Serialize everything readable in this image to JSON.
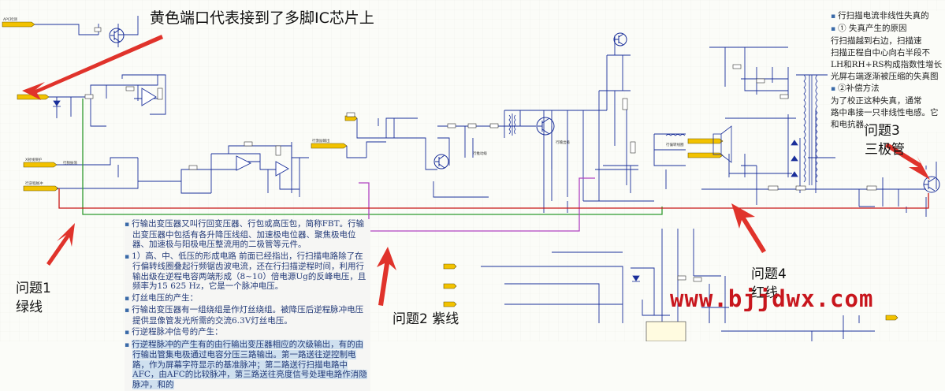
{
  "annotations": {
    "title_note": "黄色端口代表接到了多脚IC芯片上",
    "problem1_line1": "问题1",
    "problem1_line2": "绿线",
    "problem2": "问题2 紫线",
    "problem3_line1": "问题3",
    "problem3_line2": "三极管",
    "problem4_line1": "问题4",
    "problem4_line2": "红线"
  },
  "watermark": "www.bjjdwx.com",
  "notes": {
    "p1": "行输出变压器又叫行回变压器、行包或高压包，简称FBT。行输出变压器中包括有各升降压线组、加速极电位器、聚焦极电位器、加速极与阳极电压整流用的二极管等元件。",
    "p2": "1）高、中、低压的形成电路 前面已经指出，行扫描电路除了在行偏转线圈叠起行频锯齿波电流，还在行扫描逆程时间，利用行输出级在逆程电容两端形成（8~10）倍电源Ug的反峰电压，且频率为15 625 Hz，它是一个脉冲电压。",
    "p3": "灯丝电压的产生：",
    "p4": "行输出变压器有一组绕组是作灯丝绕组。被降压后逆程脉冲电压提供显像管发光所需的交流6.3V灯丝电压。",
    "p5": "行逆程脉冲信号的产生：",
    "p6": "行逆程脉冲的产生有的由行输出变压器相应的次级输出，有的由行输出管集电极通过电容分压三路输出。第一路送往逆控制电路，作为屏幕字符显示的基准脉冲；第二路送行扫描电路中AFC，由AFC的比较脉冲，第三路送往亮度信号处理电路作消隐脉冲，和的"
  },
  "right_notes": {
    "h1": "行扫描电流非线性失真的",
    "h2": "① 失真产生的原因",
    "l1": "行扫描越到右边，扫描速",
    "l2": "扫描正程自中心向右半段不",
    "l3": "LH和RH+RS构成指数性增长",
    "l4": "光屏右端逐渐被压缩的失真图",
    "h3": "②补偿方法",
    "l5": "为了校正这种失真，通常",
    "l6": "路中串接一只非线性电感。它",
    "l7": "和电抗器。"
  },
  "schematic_labels": {
    "port1": "APC检测",
    "port2": "行激励",
    "port3": "X射线保护",
    "port4": "行逆程脉冲",
    "port5": "行激励输出",
    "stage1": "行频振荡",
    "stage2": "行推动级",
    "stage3": "行输出级",
    "stage4": "行偏转线圈"
  },
  "colors": {
    "red_arrow": "#e0332b",
    "wire_blue": "#1a2f9a",
    "wire_green": "#2e9a2e",
    "wire_purple": "#b042c0",
    "wire_red": "#c81818",
    "port_yellow": "#f2c200",
    "watermark": "#c8161d"
  }
}
